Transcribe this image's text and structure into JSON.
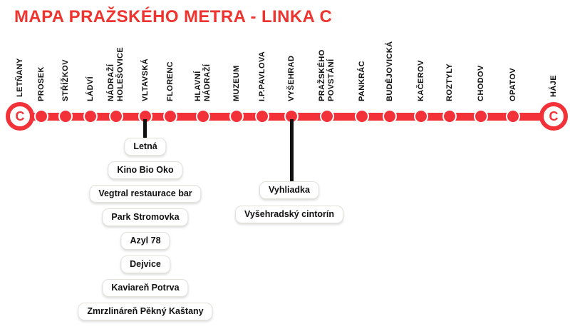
{
  "title": "MAPA PRAŽSKÉHO METRA - LINKA C",
  "line_badge": "C",
  "colors": {
    "line_red": "#f23238",
    "title_red": "#ee342f",
    "text_black": "#111111"
  },
  "stations": [
    {
      "name": "LETŇANY",
      "terminal": true
    },
    {
      "name": "PROSEK"
    },
    {
      "name": "STŘÍŽKOV"
    },
    {
      "name": "LÁDVÍ"
    },
    {
      "name": "NÁDRAŽÍ\nHOLEŠOVICE"
    },
    {
      "name": "VLTAVSKÁ"
    },
    {
      "name": "FLORENC"
    },
    {
      "name": "HLAVNÍ\nNÁDRAŽÍ"
    },
    {
      "name": "MUZEUM"
    },
    {
      "name": "I.P.PAVLOVA"
    },
    {
      "name": "VYŠEHRAD"
    },
    {
      "name": "PRAŽSKÉHO\nPOVSTÁNÍ"
    },
    {
      "name": "PANKRÁC"
    },
    {
      "name": "BUDĚJOVICKÁ"
    },
    {
      "name": "KAČEROV"
    },
    {
      "name": "ROZTYLY"
    },
    {
      "name": "CHODOV"
    },
    {
      "name": "OPATOV"
    },
    {
      "name": "HÁJE",
      "terminal": true
    }
  ],
  "callouts": {
    "vltavska": {
      "attached_station": "VLTAVSKÁ",
      "items": [
        "Letná",
        "Kino Bio Oko",
        "Vegtral restaurace bar",
        "Park Stromovka",
        "Azyl 78",
        "Dejvice",
        "Kaviareň Potrva",
        "Zmrzlináreň Pěkný Kaštany"
      ]
    },
    "vysehrad": {
      "attached_station": "VYŠEHRAD",
      "items": [
        "Vyhliadka",
        "Vyšehradský cintorín"
      ]
    }
  }
}
